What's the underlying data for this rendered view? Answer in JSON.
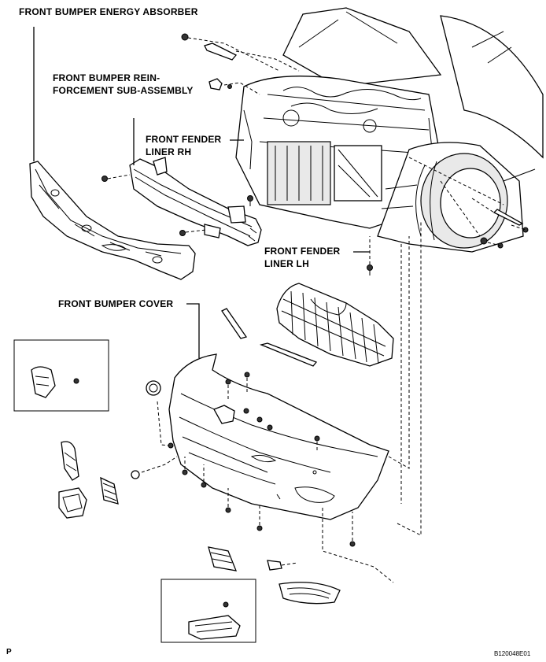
{
  "labels": {
    "energy_absorber": "FRONT BUMPER ENERGY ABSORBER",
    "reinforcement_line1": "FRONT BUMPER REIN-",
    "reinforcement_line2": "FORCEMENT SUB-ASSEMBLY",
    "fender_rh_line1": "FRONT FENDER",
    "fender_rh_line2": "LINER RH",
    "fender_lh_line1": "FRONT FENDER",
    "fender_lh_line2": "LINER LH",
    "bumper_cover": "FRONT BUMPER COVER"
  },
  "corner_marks": {
    "bottom_left": "P",
    "figure_code": "B120048E01"
  }
}
